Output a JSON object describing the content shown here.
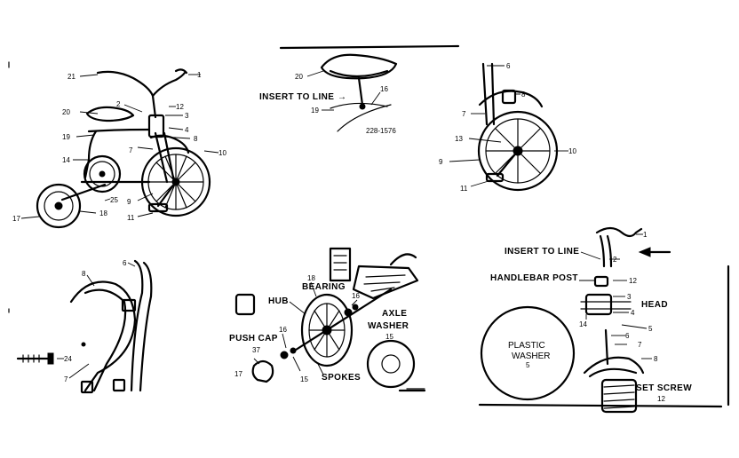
{
  "callouts": {
    "n1": "1",
    "n2": "2",
    "n3": "3",
    "n4": "4",
    "n5": "5",
    "n6": "6",
    "n7": "7",
    "n8": "8",
    "n9": "9",
    "n10": "10",
    "n11": "11",
    "n12": "12",
    "n13": "13",
    "n14": "14",
    "n15": "15",
    "n16": "16",
    "n17": "17",
    "n18": "18",
    "n19": "19",
    "n20": "20",
    "n21": "21",
    "n24": "24",
    "n25": "25",
    "n37": "37"
  },
  "labels": {
    "insert_to_line": "INSERT TO LINE",
    "arrow": "→",
    "handlebar_post": "HANDLEBAR POST",
    "head": "HEAD",
    "set_screw": "SET SCREW",
    "plastic": "PLASTIC",
    "washer": "WASHER",
    "bearing": "BEARING",
    "hub": "HUB",
    "axle": "AXLE",
    "push_cap": "PUSH CAP",
    "spokes": "SPOKES",
    "part_code": "228-1576"
  },
  "colors": {
    "ink": "#000000",
    "paper": "#ffffff"
  }
}
